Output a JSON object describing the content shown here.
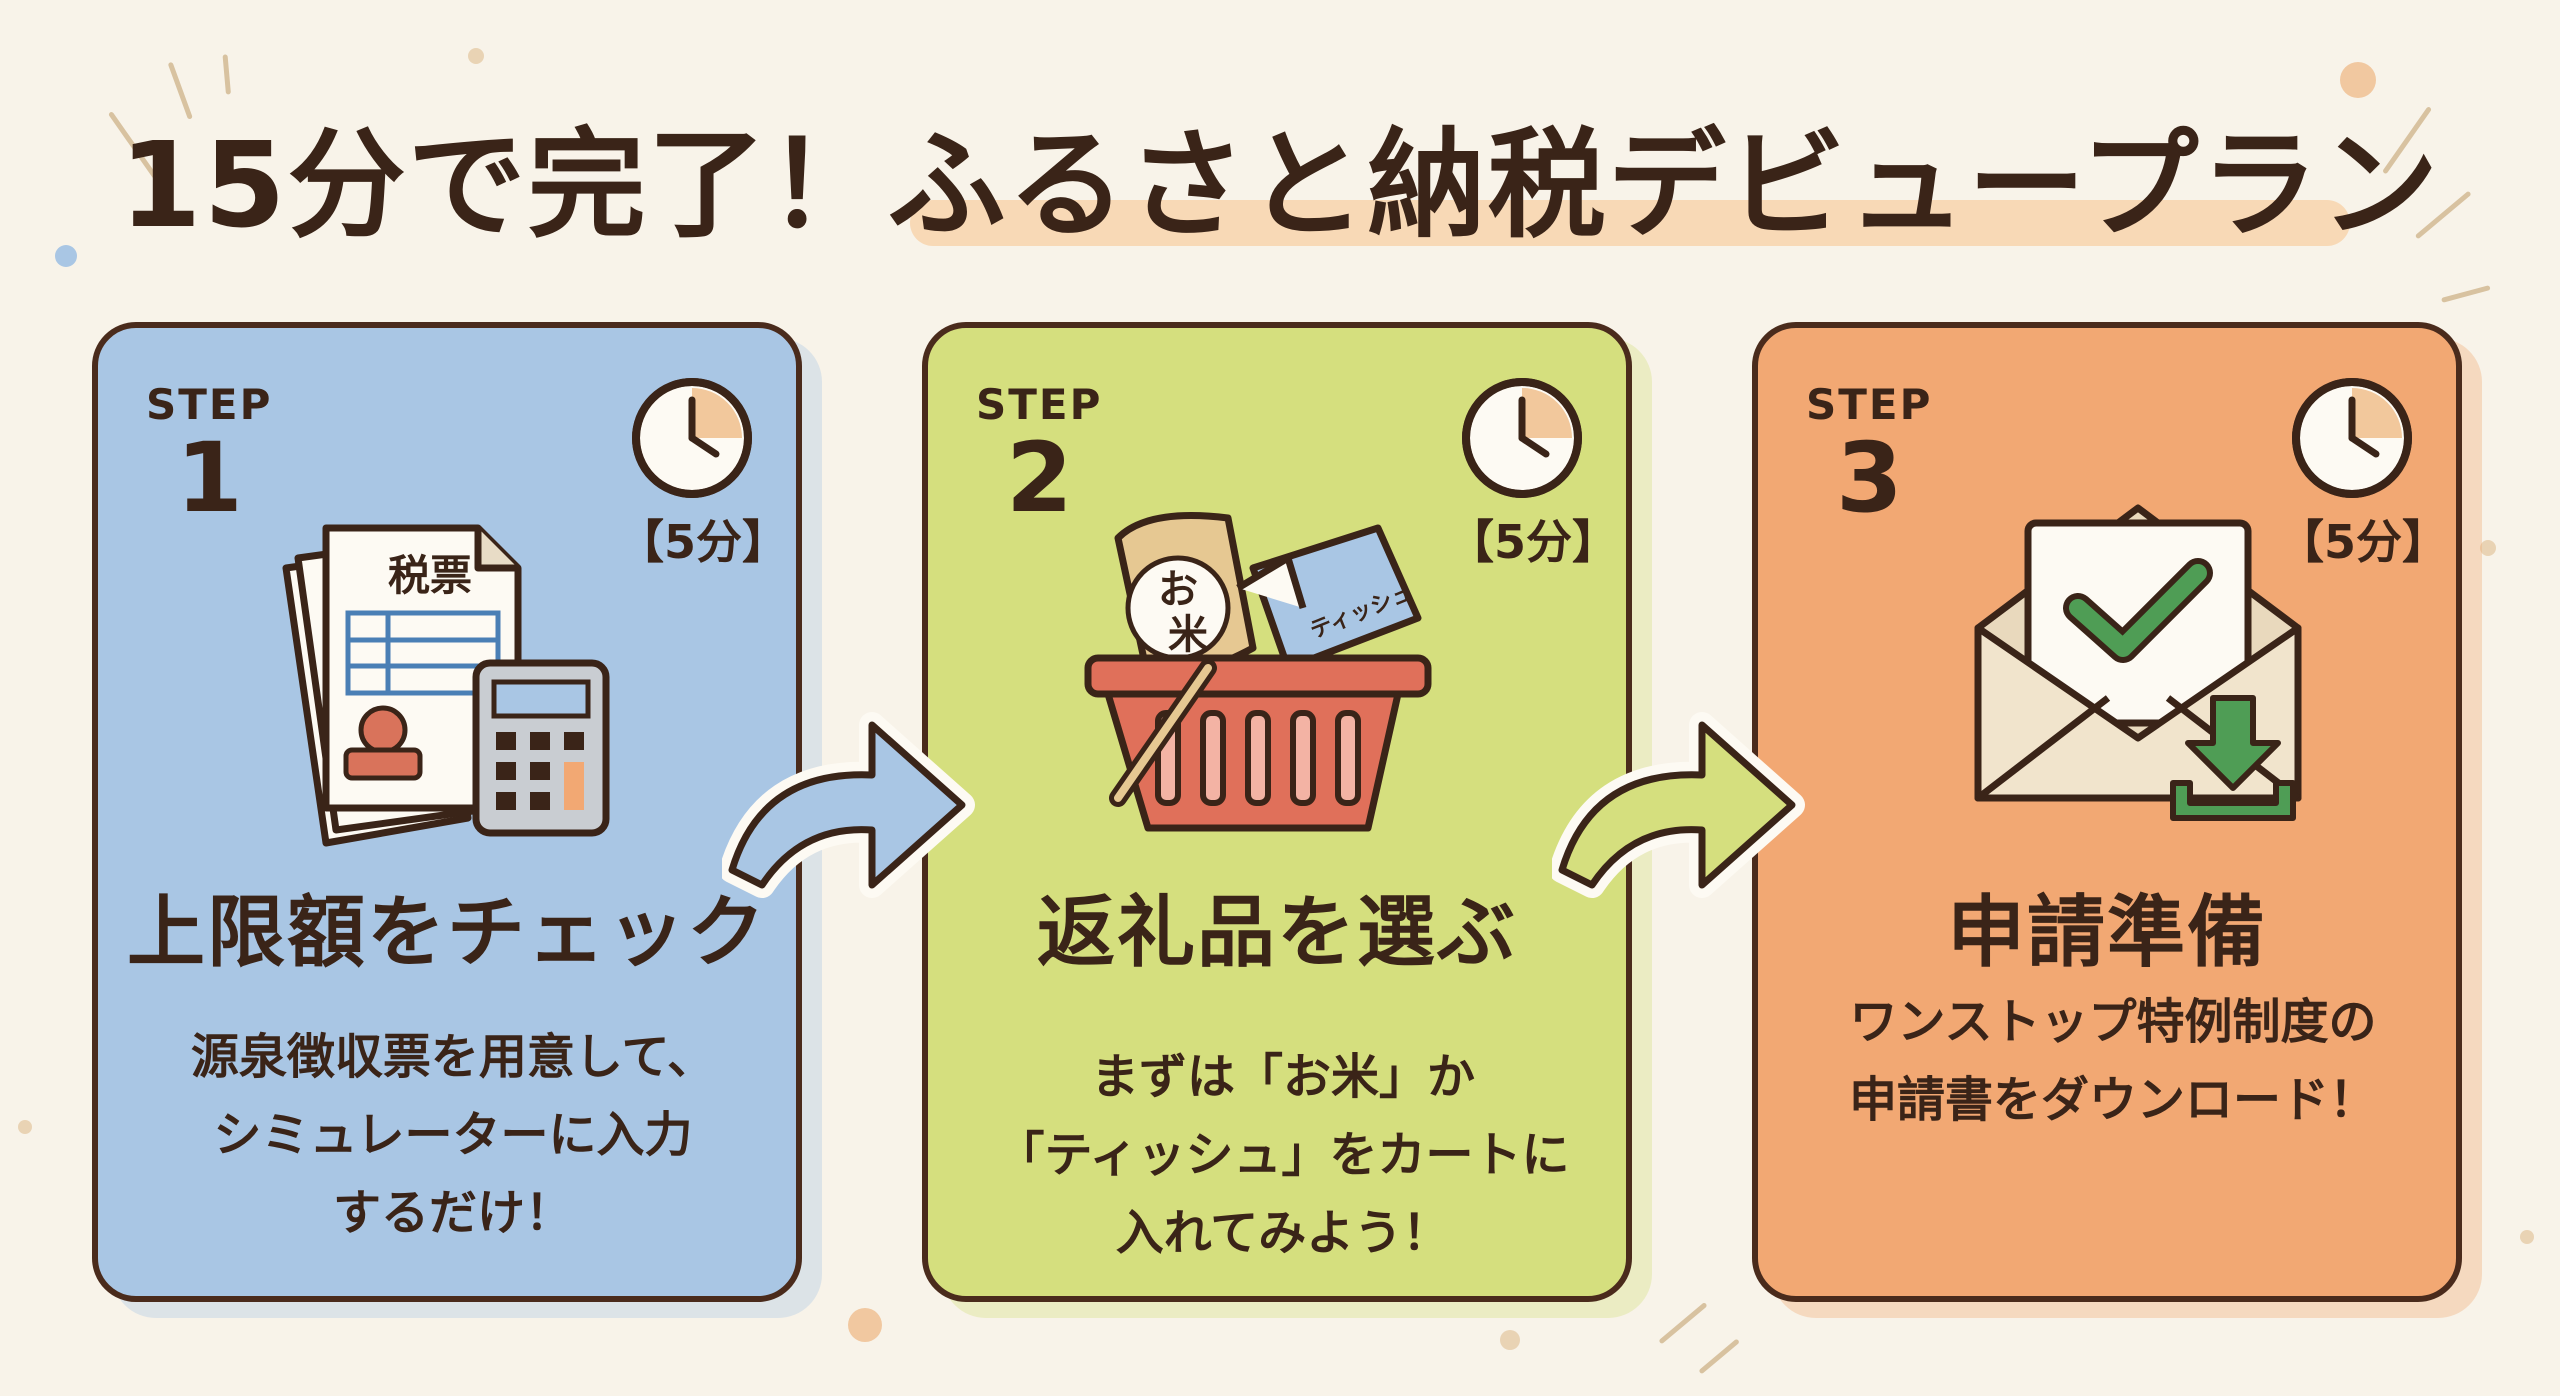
{
  "title": "15分で完了！ふるさと納税デビュープラン",
  "colors": {
    "background": "#f8f3e9",
    "outline": "#4a2b1c",
    "title_highlight": "#f8d9b6",
    "step1": "#a9c6e4",
    "step2": "#d5df7e",
    "step3": "#f2a873",
    "check_green": "#4f9d55"
  },
  "steps": [
    {
      "label": "STEP",
      "number": "1",
      "time": "【5分】",
      "title": "上限額をチェック",
      "description": [
        "源泉徴収票を用意して、",
        "シミュレーターに入力",
        "するだけ！"
      ],
      "icon": "tax-form-calculator-icon",
      "illustration_text": "税票"
    },
    {
      "label": "STEP",
      "number": "2",
      "time": "【5分】",
      "title": "返礼品を選ぶ",
      "description": [
        "まずは「お米」か",
        "「ティッシュ」をカートに",
        "入れてみよう！"
      ],
      "icon": "shopping-basket-icon",
      "illustration_text": [
        "お",
        "米",
        "ティッシュ"
      ]
    },
    {
      "label": "STEP",
      "number": "3",
      "time": "【5分】",
      "title": "申請準備",
      "description": [
        "ワンストップ特例制度の",
        "申請書をダウンロード！"
      ],
      "icon": "envelope-download-icon"
    }
  ]
}
